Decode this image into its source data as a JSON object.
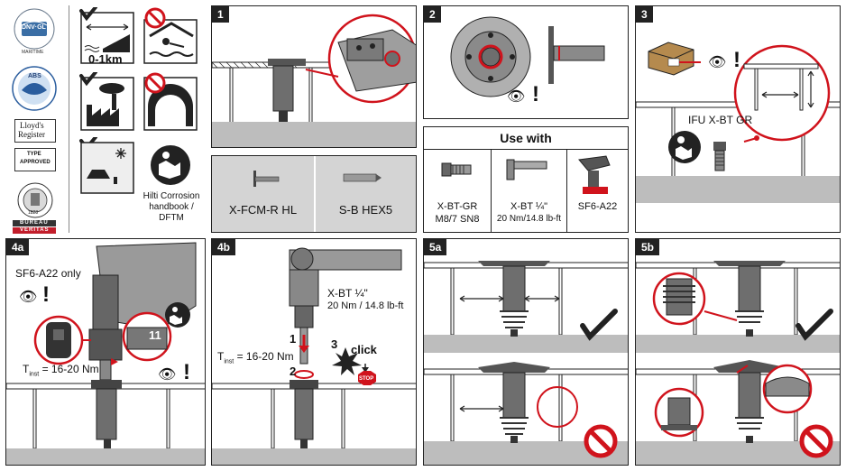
{
  "certifications": {
    "dnv": {
      "arc": "TYPE APPROVED PRODUCT",
      "name": "DNV·GL",
      "sub": "MARITIME"
    },
    "abs": {
      "name": "ABS",
      "arc": "TYPE APPROVED PRODUCT"
    },
    "lloyds": {
      "line1": "Lloyd's",
      "line2": "Register",
      "sub1": "TYPE",
      "sub2": "APPROVED"
    },
    "bureau": {
      "year": "1828",
      "line1": "BUREAU",
      "line2": "VERITAS"
    }
  },
  "conditions": {
    "coast_distance": "0-1km",
    "handbook_label_1": "Hilti Corrosion",
    "handbook_label_2": "handbook /",
    "handbook_label_3": "DFTM"
  },
  "steps": {
    "s1": {
      "tag": "1",
      "items": [
        {
          "label": "X-FCM-R HL"
        },
        {
          "label": "S-B HEX5"
        }
      ]
    },
    "s2": {
      "tag": "2"
    },
    "use_with": {
      "title": "Use with",
      "items": [
        {
          "line1": "X-BT-GR",
          "line2": "M8/7 SN8"
        },
        {
          "line1": "X-BT ¼\"",
          "line2": "20 Nm/14.8 lb-ft"
        },
        {
          "line1": "SF6-A22",
          "line2": ""
        }
      ]
    },
    "s3": {
      "tag": "3",
      "ifu": "IFU X-BT GR"
    },
    "s4a": {
      "tag": "4a",
      "tool": "SF6-A22 only",
      "setting": "11",
      "tinst": "T",
      "tinst_sub": "inst",
      "tinst_val": " = 16-20 Nm"
    },
    "s4b": {
      "tag": "4b",
      "tool_line1": "X-BT ¼\"",
      "tool_line2": "20 Nm / 14.8 lb-ft",
      "tinst": "T",
      "tinst_sub": "inst",
      "tinst_val": " = 16-20 Nm",
      "n1": "1",
      "n2": "2",
      "n3": "3",
      "click": "click",
      "stop": "STOP"
    },
    "s5a": {
      "tag": "5a"
    },
    "s5b": {
      "tag": "5b"
    }
  },
  "colors": {
    "red": "#d0131c",
    "dark": "#222222",
    "grey": "#bdbdbd",
    "mid": "#8c8c8c",
    "light": "#e6e6e6"
  },
  "icons": [
    "coast-icon",
    "no-swimming-icon",
    "industry-icon",
    "tunnel-icon",
    "road-salt-icon",
    "handbook-icon",
    "eye-icon",
    "warning-icon",
    "check-icon",
    "prohibited-icon",
    "stop-icon",
    "click-star-icon"
  ]
}
